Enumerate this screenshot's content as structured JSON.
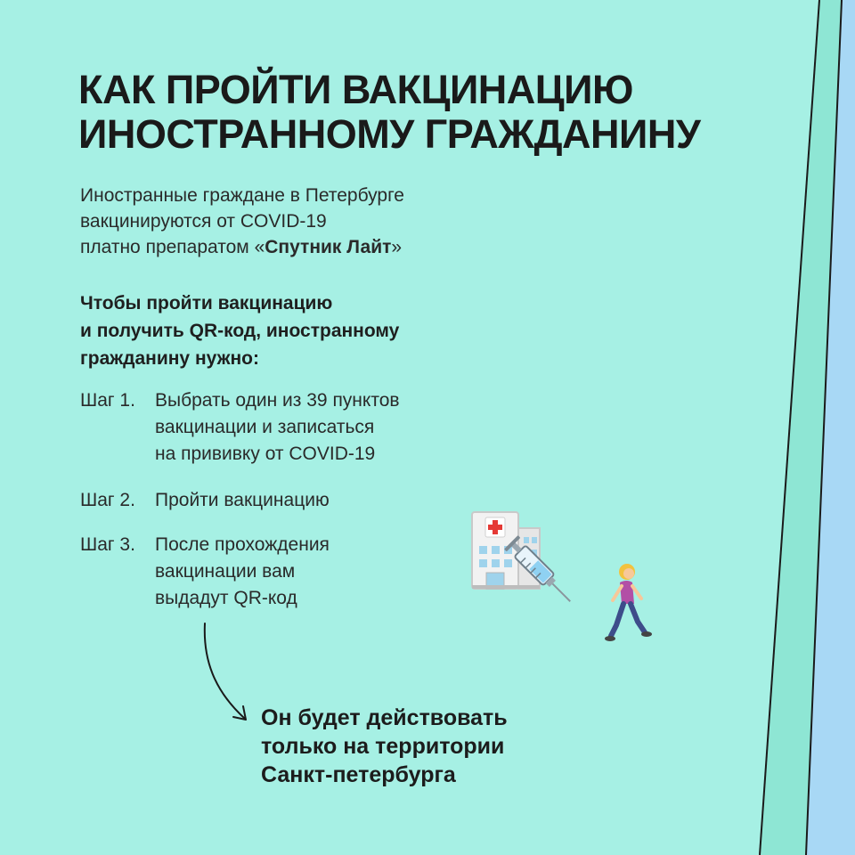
{
  "title": {
    "line1": "КАК ПРОЙТИ ВАКЦИНАЦИЮ",
    "line2": "ИНОСТРАННОМУ ГРАЖДАНИНУ"
  },
  "intro": {
    "line1": "Иностранные граждане в Петербурге",
    "line2": "вакцинируются от COVID-19",
    "line3_prefix": "платно препаратом «",
    "line3_bold": "Спутник Лайт",
    "line3_suffix": "»"
  },
  "lead": {
    "line1": "Чтобы пройти вакцинацию",
    "line2": "и получить QR-код, иностранному",
    "line3": "гражданину нужно:"
  },
  "steps": [
    {
      "label": "Шаг 1.",
      "lines": [
        "Выбрать один из 39 пунктов",
        "вакцинации и записаться",
        "на прививку от COVID-19"
      ]
    },
    {
      "label": "Шаг 2.",
      "lines": [
        "Пройти вакцинацию"
      ]
    },
    {
      "label": "Шаг 3.",
      "lines": [
        "После прохождения",
        "вакцинации вам",
        "выдадут QR-код"
      ]
    }
  ],
  "note": {
    "line1": "Он будет действовать",
    "line2": "только на территории",
    "line3": "Санкт-петербурга"
  },
  "icons": {
    "hospital": "hospital-icon",
    "syringe": "syringe-icon",
    "walker": "person-walking-icon",
    "arrow": "curved-arrow-icon"
  },
  "colors": {
    "background": "#a6f0e4",
    "stripe_mint": "#8ee6d4",
    "stripe_blue": "#a8d8f5",
    "text": "#1d1d1d"
  }
}
